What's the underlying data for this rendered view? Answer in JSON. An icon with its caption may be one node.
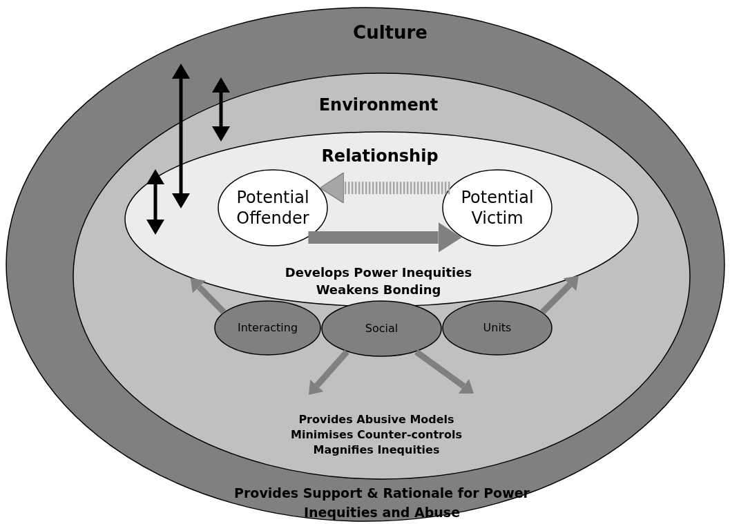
{
  "diagram": {
    "nodes": [
      {
        "text": [
          "Culture",
          "Provides Support & Rationale for Power Inequities and Abuse"
        ]
      },
      {
        "text": [
          "Environment",
          "Provides Abusive Models Minimises Counter-controls Magnifies Inequities"
        ],
        "in": 0
      },
      {
        "text": [
          "Relationship",
          "Develops Power Inequities Weakens Bonding"
        ],
        "in": 1
      },
      {
        "text": [
          "Potential Offender"
        ],
        "in": 2
      },
      {
        "text": [
          "Potential Victim"
        ],
        "in": 2
      },
      {
        "text": [
          "Interacting"
        ],
        "in": 1
      },
      {
        "text": [
          "Social"
        ],
        "in": 1
      },
      {
        "text": [
          "Units"
        ],
        "in": 1
      }
    ],
    "edges": [
      {
        "from": 4,
        "to": 3,
        "arrow": "to",
        "style": "dashed"
      },
      {
        "from": 3,
        "to": 4,
        "arrow": "to",
        "style": "thick"
      },
      {
        "from": 0,
        "to": 2,
        "arrow": "both",
        "color": "#000000"
      },
      {
        "from": 0,
        "to": 1,
        "arrow": "both",
        "color": "#000000"
      },
      {
        "from": 1,
        "to": 2,
        "arrow": "both",
        "color": "#000000"
      },
      {
        "from": 5,
        "to": 2,
        "arrow": "to"
      },
      {
        "from": 6,
        "to": null,
        "arrow": "to"
      },
      {
        "from": 6,
        "to": null,
        "arrow": "to"
      },
      {
        "from": 7,
        "to": 2,
        "arrow": "to"
      }
    ]
  }
}
